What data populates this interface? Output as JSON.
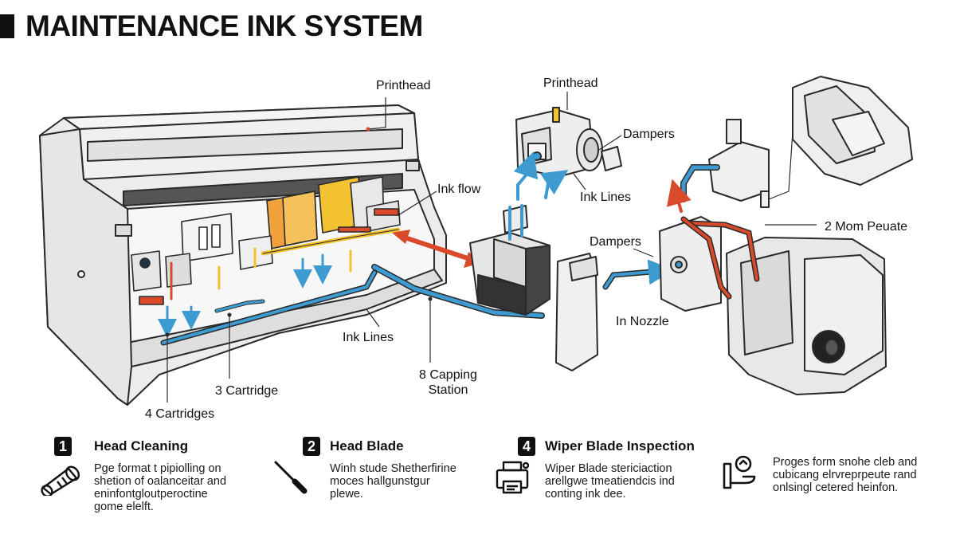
{
  "title": "MAINTENANCE INK SYSTEM",
  "labels": {
    "printhead_left": "Printhead",
    "printhead_right": "Printhead",
    "dampers_top": "Dampers",
    "ink_flow": "Ink flow",
    "ink_lines_top": "Ink Lines",
    "mom_peuate": "2  Mom Peuate",
    "dampers_mid": "Dampers",
    "in_nozzle": "In Nozzle",
    "ink_lines_bottom": "Ink Lines",
    "capping_station": "8  Capping\nStation",
    "cartridge": "3  Cartridge",
    "cartridges": "4  Cartridges"
  },
  "steps": [
    {
      "number": "1",
      "title": "Head Cleaning",
      "text": [
        "Pge format t pipiolling on",
        "shetion of oalanceitar and",
        "eninfontgloutperoctine",
        "gome elelft."
      ],
      "icon": "cleaning-roller-icon"
    },
    {
      "number": "2",
      "title": "Head Blade",
      "text": [
        "Winh stude Shetherfirine",
        "moces hallgunstgur",
        "plewe."
      ],
      "icon": "screwdriver-icon"
    },
    {
      "number": "4",
      "title": "Wiper Blade Inspection",
      "text": [
        "Wiper Blade stericiaction",
        "arellgwe tmeatiendcis ind",
        "conting ink dee."
      ],
      "icon": "printer-icon"
    },
    {
      "number": "",
      "title": "",
      "text": [
        "Proges form snohe cleb and",
        "cubicang elrvreprpeute rand",
        "onlsingl cetered heinfon."
      ],
      "icon": "hand-wrench-icon"
    }
  ],
  "colors": {
    "hot_ink": "#d94a2b",
    "cold_ink": "#3d9bd1",
    "yellow_ink": "#f2c230",
    "orange_ink": "#f2a23a",
    "outline": "#2a2a2a",
    "body_fill": "#eeeeee"
  }
}
